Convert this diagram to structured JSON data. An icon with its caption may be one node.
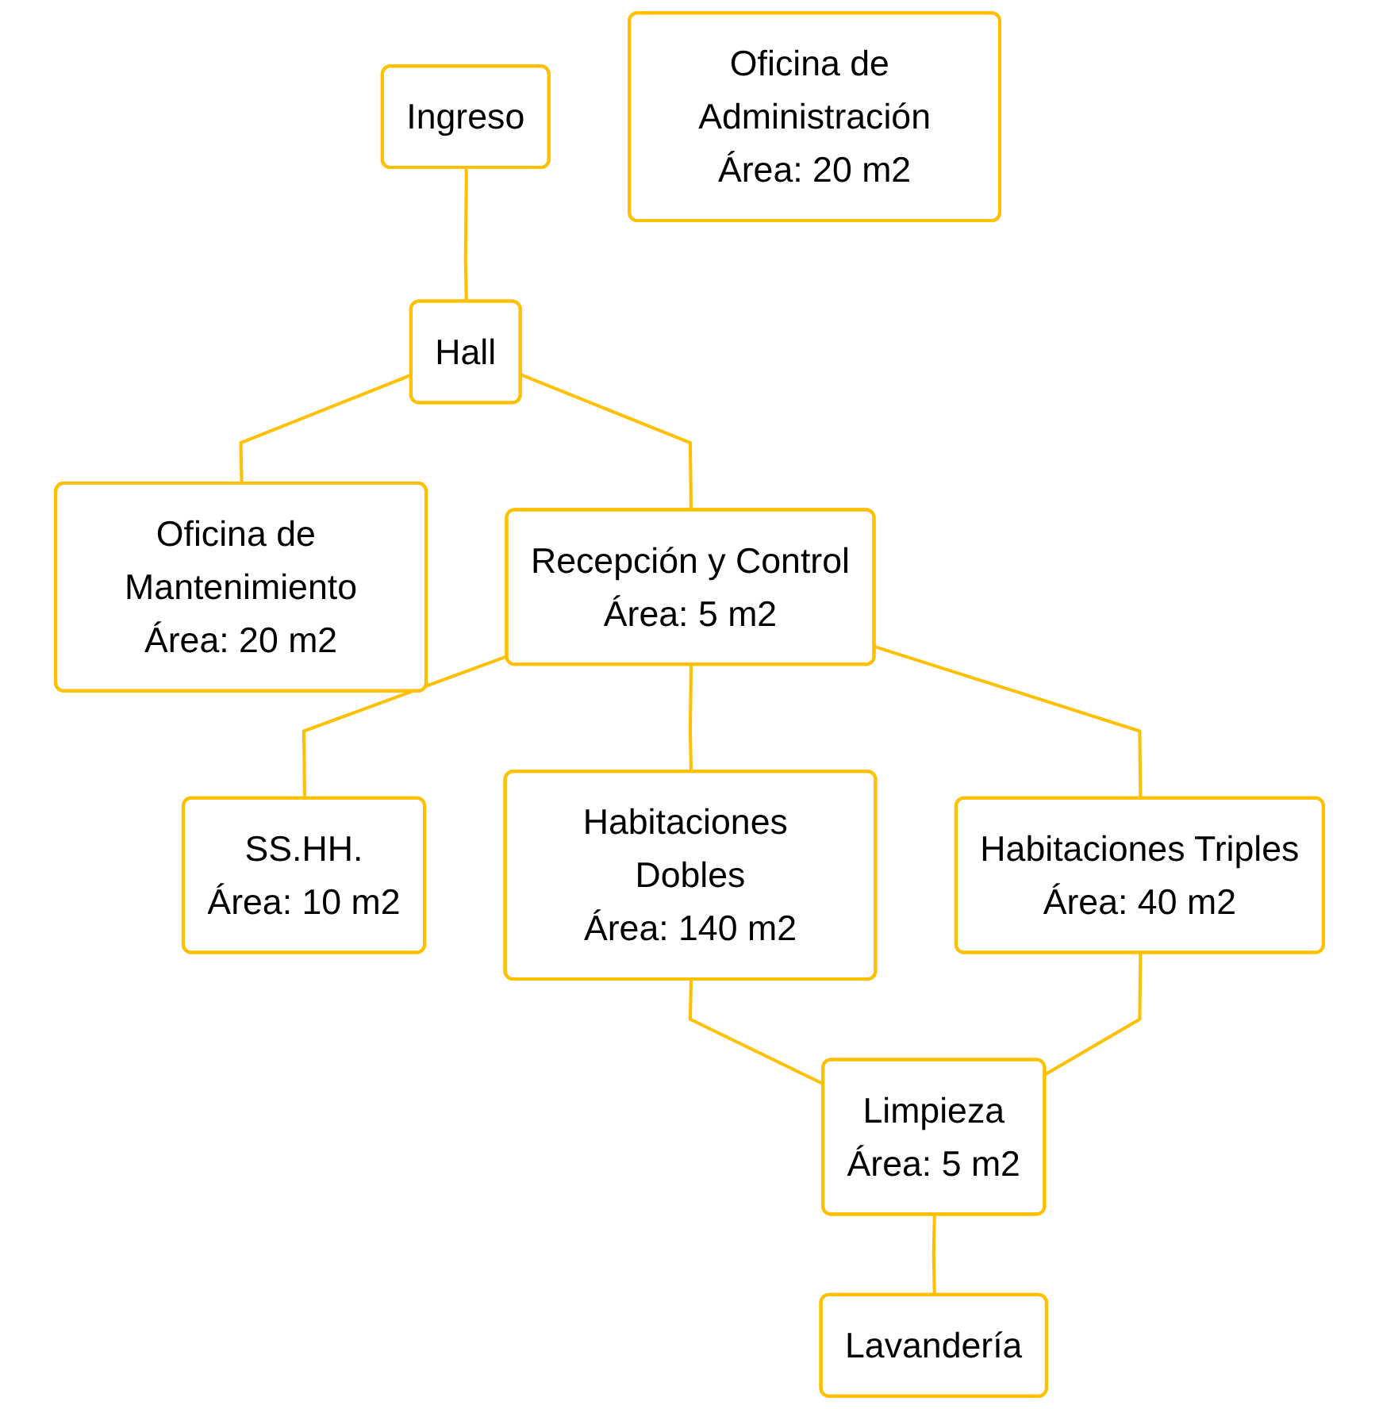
{
  "diagram": {
    "nodes": [
      {
        "text": [
          "Ingreso"
        ]
      },
      {
        "text": [
          "Oficina de Mantenimiento",
          "Área: 20 m2"
        ]
      },
      {
        "text": [
          "Hall"
        ]
      },
      {
        "text": [
          "Oficina de Administración",
          "Área: 20 m2"
        ]
      },
      {
        "text": [
          "Recepción y Control",
          "Área: 5 m2"
        ]
      },
      {
        "text": [
          "SS.HH.",
          "Área: 10 m2"
        ]
      },
      {
        "text": [
          "Habitaciones Dobles",
          "Área: 140 m2"
        ]
      },
      {
        "text": [
          "Habitaciones Triples",
          "Área: 40 m2"
        ]
      },
      {
        "text": [
          "Limpieza",
          "Área: 5 m2"
        ]
      },
      {
        "text": [
          "Lavandería"
        ]
      }
    ],
    "edges": [
      {
        "from": 0,
        "to": 2,
        "arrow": "none"
      },
      {
        "from": 2,
        "to": 1,
        "arrow": "none"
      },
      {
        "from": 2,
        "to": 4,
        "arrow": "none"
      },
      {
        "from": 4,
        "to": 5,
        "arrow": "none"
      },
      {
        "from": 4,
        "to": 6,
        "arrow": "none"
      },
      {
        "from": 4,
        "to": 7,
        "arrow": "none"
      },
      {
        "from": 6,
        "to": 8,
        "arrow": "none"
      },
      {
        "from": 7,
        "to": 8,
        "arrow": "none"
      },
      {
        "from": 8,
        "to": 9,
        "arrow": "none"
      }
    ]
  }
}
